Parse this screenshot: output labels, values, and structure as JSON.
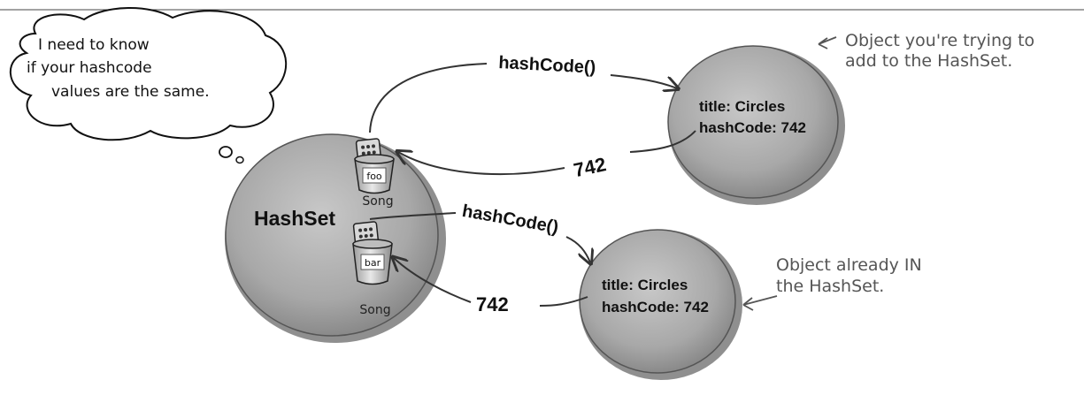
{
  "thought_bubble": {
    "lines": [
      "I need to know",
      "if your hashcode",
      "values are the same."
    ]
  },
  "hashset": {
    "label": "HashSet",
    "buckets": [
      {
        "tag": "foo",
        "caption": "Song"
      },
      {
        "tag": "bar",
        "caption": "Song"
      }
    ]
  },
  "new_object": {
    "title_line": "title: Circles",
    "hash_line": "hashCode: 742",
    "note_lines": [
      "Object you're trying to",
      "add to the HashSet."
    ]
  },
  "existing_object": {
    "title_line": "title: Circles",
    "hash_line": "hashCode: 742",
    "note_lines": [
      "Object already IN",
      "the HashSet."
    ]
  },
  "arrows": {
    "call_top": "hashCode()",
    "return_top": "742",
    "call_bottom": "hashCode()",
    "return_bottom": "742"
  },
  "colors": {
    "sphere_fill": "#a9a9a9",
    "sphere_shadow": "#7f7f7f",
    "ink": "#111111",
    "note_ink": "#555555"
  }
}
